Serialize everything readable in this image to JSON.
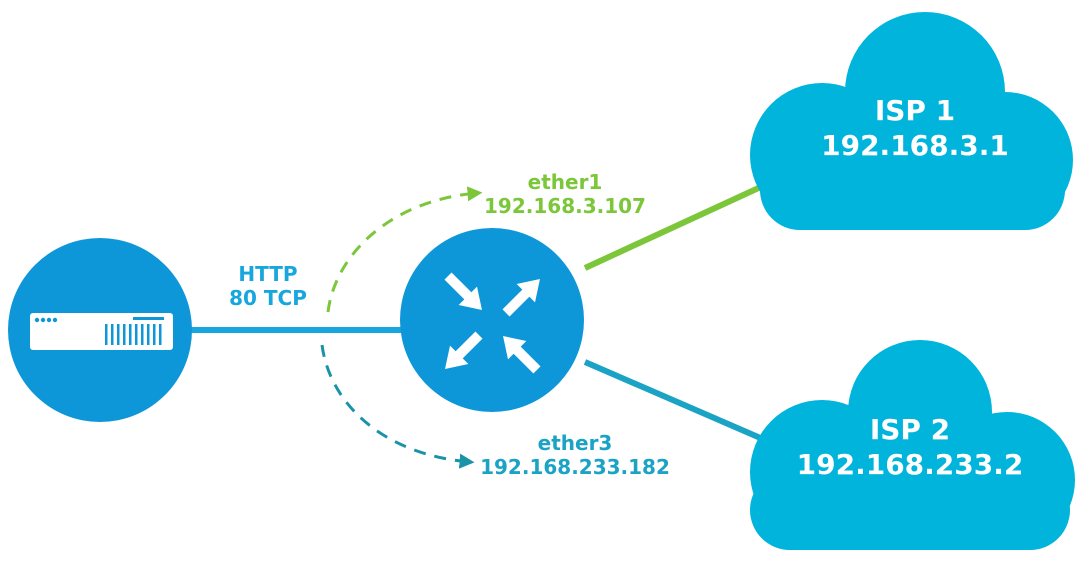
{
  "colors": {
    "blue": "#0d97d8",
    "green": "#7cc63a",
    "teal": "#1aa3c4",
    "cloud": "#00b4db",
    "http": "#17a6de",
    "dark_teal": "#1a93a8"
  },
  "link": {
    "protocol": "HTTP",
    "port": "80 TCP"
  },
  "interfaces": [
    {
      "name": "ether1",
      "ip": "192.168.3.107"
    },
    {
      "name": "ether3",
      "ip": "192.168.233.182"
    }
  ],
  "isps": [
    {
      "name": "ISP 1",
      "ip": "192.168.3.1"
    },
    {
      "name": "ISP 2",
      "ip": "192.168.233.2"
    }
  ],
  "icons": {
    "server": "server-icon",
    "router": "router-icon",
    "cloud": "cloud-icon"
  }
}
